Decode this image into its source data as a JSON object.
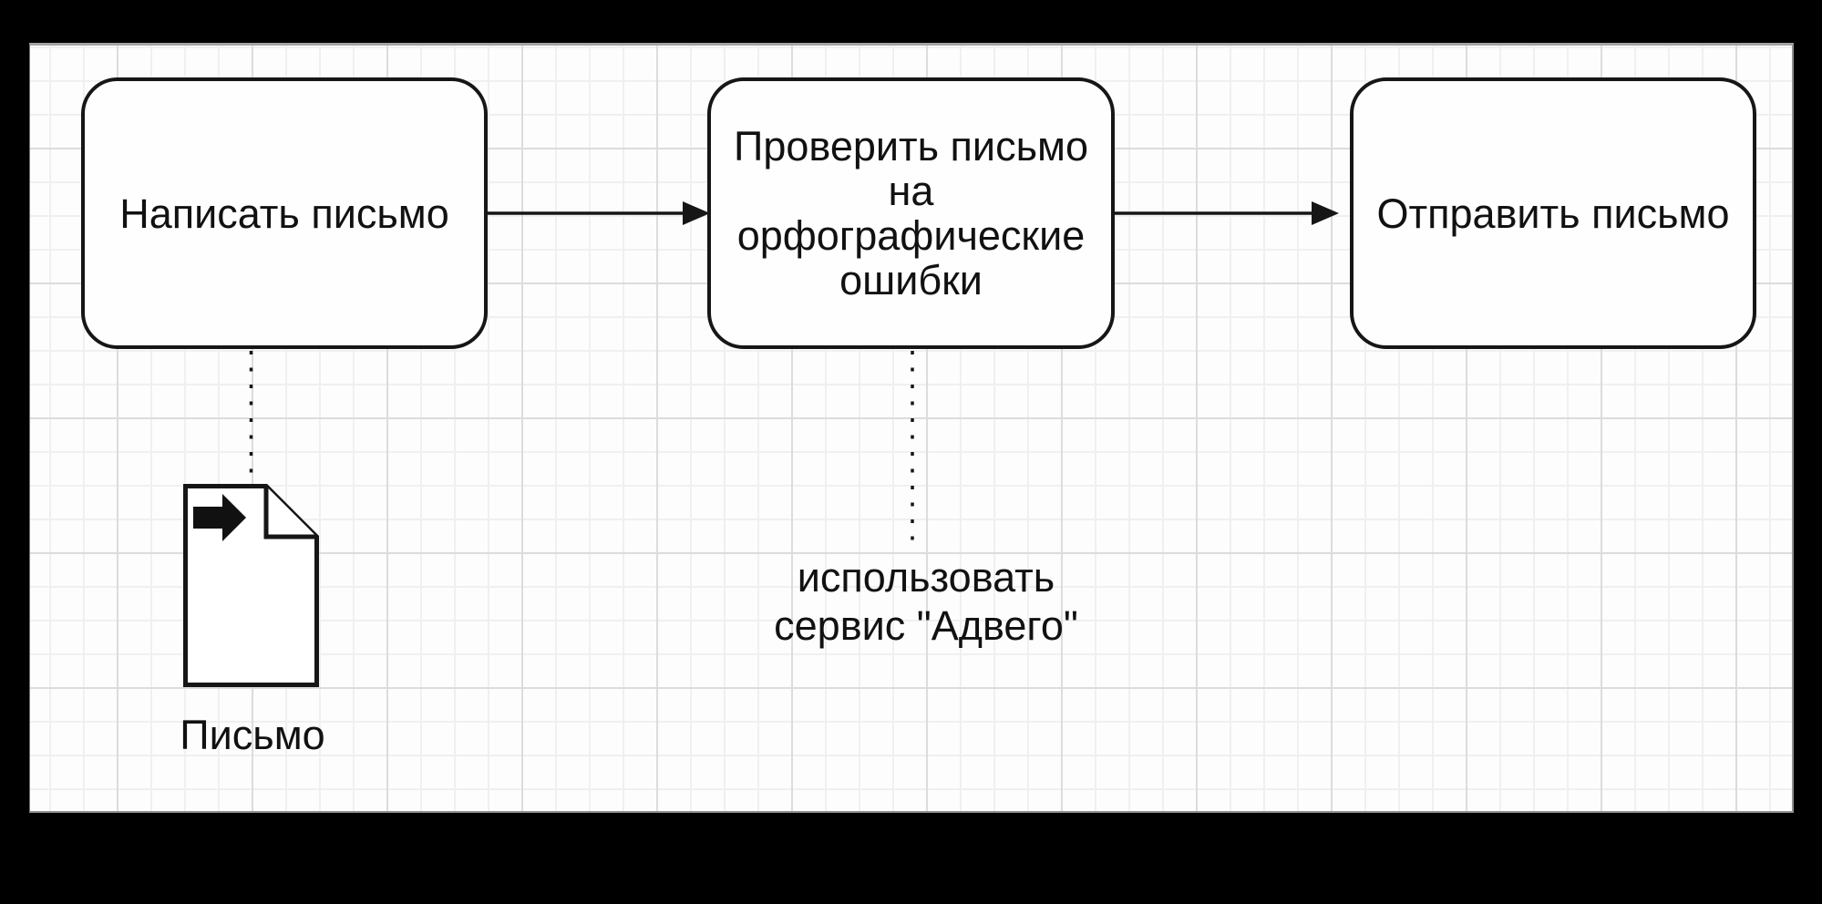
{
  "page": {
    "background_color": "#000000"
  },
  "canvas": {
    "background_color": "#fdfdfd",
    "grid_minor_color": "#f0f0f0",
    "grid_major_color": "#dcdcdc",
    "border_color": "#8f8f8f"
  },
  "diagram": {
    "stroke_color": "#161616",
    "text_color": "#111111",
    "nodes": [
      {
        "id": "write-letter",
        "label": "Написать письмо"
      },
      {
        "id": "check-letter",
        "label": "Проверить письмо\nна\nорфографические\nошибки"
      },
      {
        "id": "send-letter",
        "label": "Отправить письмо"
      }
    ],
    "connectors": [
      {
        "from": "write-letter",
        "to": "check-letter",
        "style": "solid-arrow"
      },
      {
        "from": "check-letter",
        "to": "send-letter",
        "style": "solid-arrow"
      }
    ],
    "artifact": {
      "icon": "letter-document-icon",
      "label": "Письмо",
      "attached_to": "write-letter",
      "connector_style": "dotted"
    },
    "annotation": {
      "text": "использовать\nсервис \"Адвего\"",
      "attached_to": "check-letter",
      "connector_style": "dotted"
    }
  }
}
